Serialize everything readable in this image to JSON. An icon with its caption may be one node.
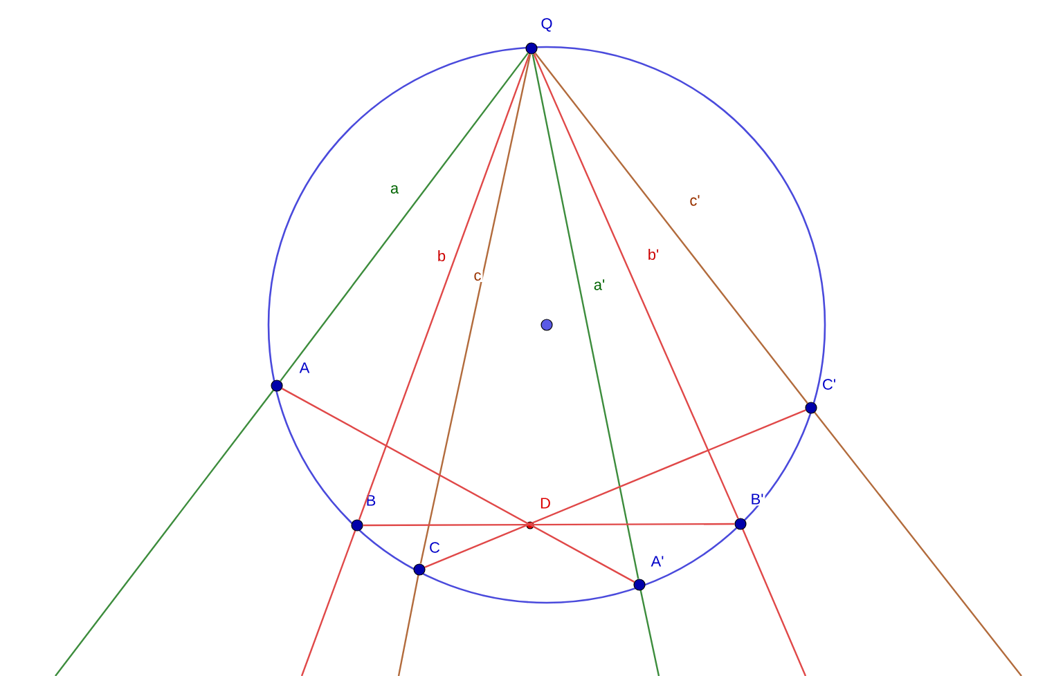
{
  "diagram": {
    "nodes": [
      {
        "text": [
          "Q"
        ]
      },
      {
        "text": [
          "A"
        ]
      },
      {
        "text": [
          "B"
        ]
      },
      {
        "text": [
          "C"
        ]
      },
      {
        "text": [
          "A'"
        ]
      },
      {
        "text": [
          "B'"
        ]
      },
      {
        "text": [
          "C'"
        ]
      },
      {
        "text": [
          "D"
        ]
      },
      {
        "text": [],
        "shape": "circle"
      }
    ],
    "edges": [
      {
        "from": 0,
        "to": 1,
        "arrow": "none",
        "label": "a",
        "color": "#3c8c3c"
      },
      {
        "from": 0,
        "to": 2,
        "arrow": "none",
        "label": "b"
      },
      {
        "from": 0,
        "to": 3,
        "arrow": "none",
        "label": "c",
        "color": "#b26b3c"
      },
      {
        "from": 0,
        "to": 4,
        "arrow": "none",
        "label": "a'",
        "color": "#3c8c3c"
      },
      {
        "from": 0,
        "to": 5,
        "arrow": "none",
        "label": "b'"
      },
      {
        "from": 0,
        "to": 6,
        "arrow": "none",
        "label": "c'",
        "color": "#b26b3c"
      },
      {
        "from": 1,
        "to": 4,
        "arrow": "none"
      },
      {
        "from": 2,
        "to": 5,
        "arrow": "none"
      },
      {
        "from": 3,
        "to": 6,
        "arrow": "none"
      }
    ]
  }
}
